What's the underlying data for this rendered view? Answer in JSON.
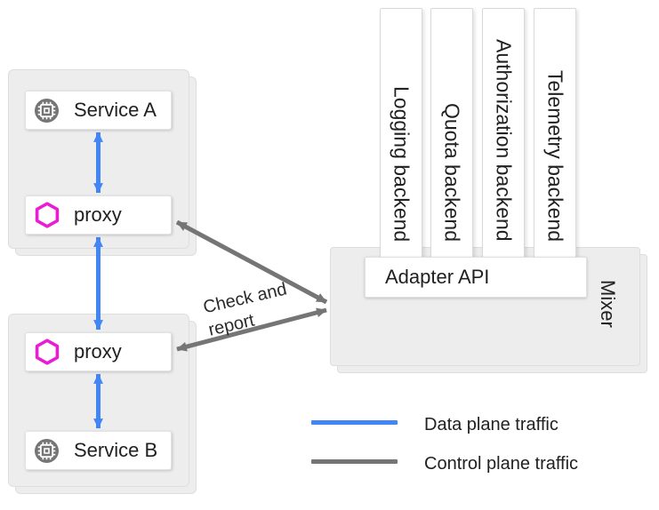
{
  "colors": {
    "data_plane": "#4285F4",
    "control_plane": "#757575",
    "proxy_hexagon": "#E91DD2",
    "service_icon_bg": "#757575",
    "panel_fill": "#EDEDED",
    "panel_border": "#DEDEDE",
    "text": "#212121"
  },
  "nodes": {
    "service_a": {
      "label": "Service A",
      "icon": "chip-icon"
    },
    "proxy_a": {
      "label": "proxy",
      "icon": "hexagon-icon"
    },
    "proxy_b": {
      "label": "proxy",
      "icon": "hexagon-icon"
    },
    "service_b": {
      "label": "Service B",
      "icon": "chip-icon"
    }
  },
  "mixer": {
    "label": "Mixer",
    "adapter_api": {
      "label": "Adapter API"
    },
    "backends": {
      "logging": {
        "label": "Logging backend"
      },
      "quota": {
        "label": "Quota backend"
      },
      "authorization": {
        "label": "Authorization backend"
      },
      "telemetry": {
        "label": "Telemetry backend"
      }
    }
  },
  "edges": {
    "check_and_report": {
      "line1": "Check and",
      "line2": "report"
    }
  },
  "legend": {
    "data_plane": {
      "label": "Data plane traffic",
      "color": "#4285F4"
    },
    "control_plane": {
      "label": "Control plane traffic",
      "color": "#757575"
    }
  }
}
